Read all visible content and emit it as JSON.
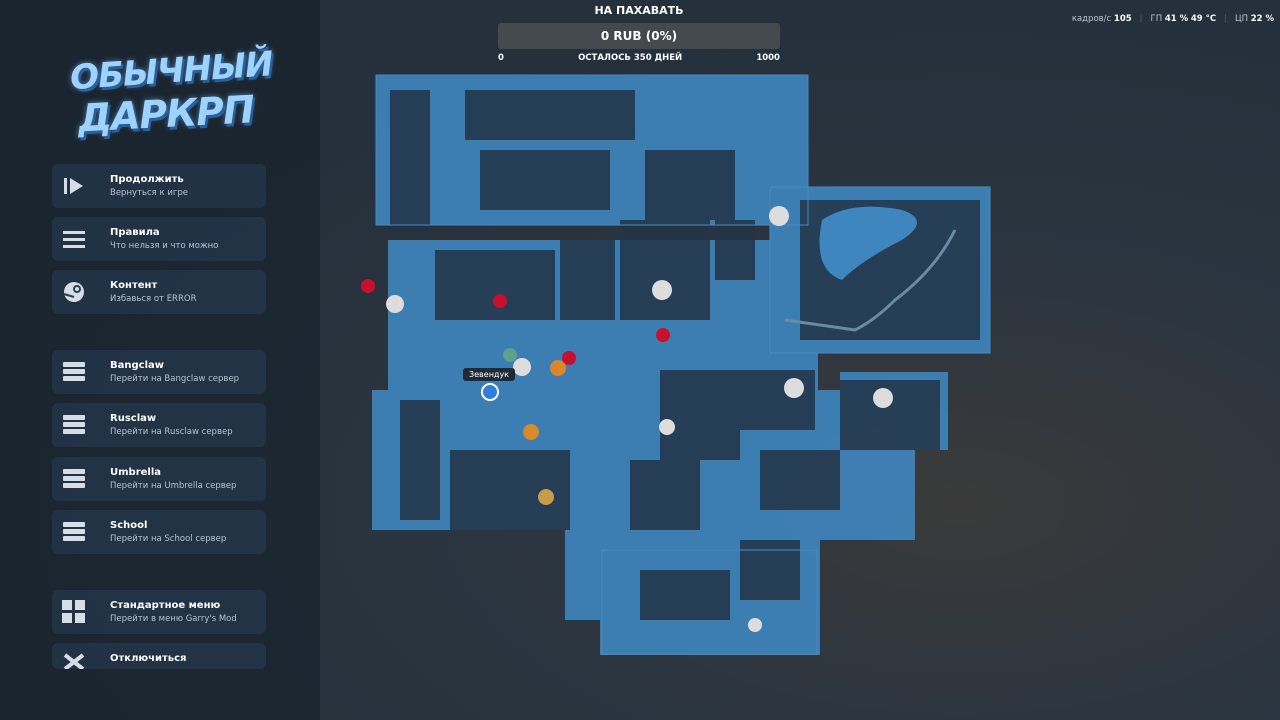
{
  "logo": {
    "line1": "ОБЫЧНЫЙ",
    "line2": "ДАРКРП"
  },
  "menu": [
    {
      "title": "Продолжить",
      "subtitle": "Вернуться к игре",
      "icon": "play-icon"
    },
    {
      "title": "Правила",
      "subtitle": "Что нельзя и что можно",
      "icon": "menu-icon"
    },
    {
      "title": "Контент",
      "subtitle": "Избавься от ERROR",
      "icon": "steam-icon"
    }
  ],
  "servers": [
    {
      "title": "Bangclaw",
      "subtitle": "Перейти на Bangclaw сервер"
    },
    {
      "title": "Rusclaw",
      "subtitle": "Перейти на Rusclaw сервер"
    },
    {
      "title": "Umbrella",
      "subtitle": "Перейти на Umbrella сервер"
    },
    {
      "title": "School",
      "subtitle": "Перейти на School сервер"
    }
  ],
  "bottom": [
    {
      "title": "Стандартное меню",
      "subtitle": "Перейти в меню Garry's Mod"
    },
    {
      "title": "Отключиться"
    }
  ],
  "goal": {
    "title": "НА ПАХАВАТЬ",
    "amount": "0 RUB (0%)",
    "progress": 0,
    "min": "0",
    "max": "1000",
    "remaining": "ОСТАЛОСЬ 350 ДНЕЙ"
  },
  "stats": {
    "fps_label": "кадров/с",
    "fps": "105",
    "gpu_label": "ГП",
    "gpu_load": "41 %",
    "gpu_temp": "49 °C",
    "cpu_label": "ЦП",
    "cpu_load": "22 %"
  },
  "map": {
    "player_label": "Зевендук",
    "colors": {
      "block": "#3f86bf",
      "dark": "#233445",
      "marker_red": "#c8102e",
      "marker_orange": "#d9892a"
    }
  }
}
